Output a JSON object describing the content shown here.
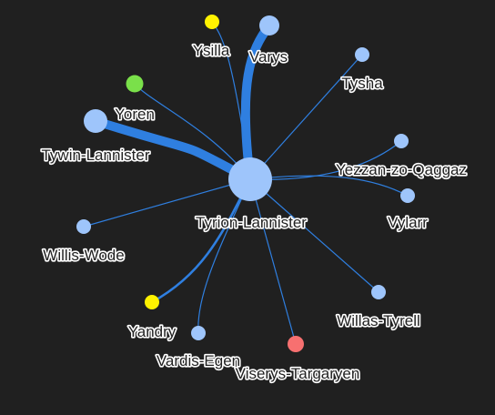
{
  "colors": {
    "background": "#202020",
    "edge": "#2f7fe0",
    "default_node": "#9ec5fb",
    "yellow_node": "#fff200",
    "green_node": "#7ae04a",
    "red_node": "#f77070",
    "label_fill": "#222222",
    "label_halo": "#ffffff"
  },
  "center": {
    "label": "Tyrion-Lannister"
  },
  "nodes": [
    {
      "id": "varys",
      "label": "Varys",
      "color": "default",
      "weight": "heavy"
    },
    {
      "id": "tywin",
      "label": "Tywin-Lannister",
      "color": "default",
      "weight": "heavy"
    },
    {
      "id": "ysilla",
      "label": "Ysilla",
      "color": "yellow",
      "weight": "thin"
    },
    {
      "id": "tysha",
      "label": "Tysha",
      "color": "default",
      "weight": "thin"
    },
    {
      "id": "yoren",
      "label": "Yoren",
      "color": "green",
      "weight": "thin"
    },
    {
      "id": "yezzan",
      "label": "Yezzan-zo-Qaggaz",
      "color": "default",
      "weight": "thin"
    },
    {
      "id": "vylarr",
      "label": "Vylarr",
      "color": "default",
      "weight": "thin"
    },
    {
      "id": "willis",
      "label": "Willis-Wode",
      "color": "default",
      "weight": "thin"
    },
    {
      "id": "willas",
      "label": "Willas-Tyrell",
      "color": "default",
      "weight": "thin"
    },
    {
      "id": "yandry",
      "label": "Yandry",
      "color": "yellow",
      "weight": "medium"
    },
    {
      "id": "vardis",
      "label": "Vardis-Egen",
      "color": "default",
      "weight": "thin"
    },
    {
      "id": "viserys",
      "label": "Viserys-Targaryen",
      "color": "red",
      "weight": "thin"
    }
  ]
}
